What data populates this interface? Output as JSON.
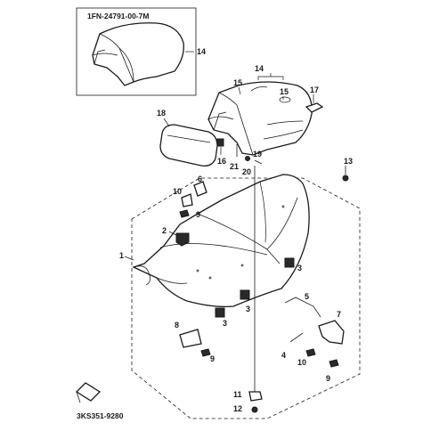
{
  "header": {
    "inset_part_number": "1FN-24791-00-7M",
    "diagram_code": "3KS351-9280"
  },
  "callouts": {
    "c1": "1",
    "c2": "2",
    "c3a": "3",
    "c3b": "3",
    "c3c": "3",
    "c4": "4",
    "c5": "5",
    "c7": "7",
    "c8": "8",
    "c9a": "9",
    "c9b": "9",
    "c9c": "9",
    "c10a": "10",
    "c10b": "10",
    "c11": "11",
    "c12": "12",
    "c13": "13",
    "c14a": "14",
    "c14b": "14",
    "c15a": "15",
    "c15b": "15",
    "c16": "16",
    "c17": "17",
    "c18": "18",
    "c19": "19",
    "c20": "20",
    "c21": "21"
  },
  "icons": {
    "front_arrow": "front-direction-arrow-icon"
  }
}
